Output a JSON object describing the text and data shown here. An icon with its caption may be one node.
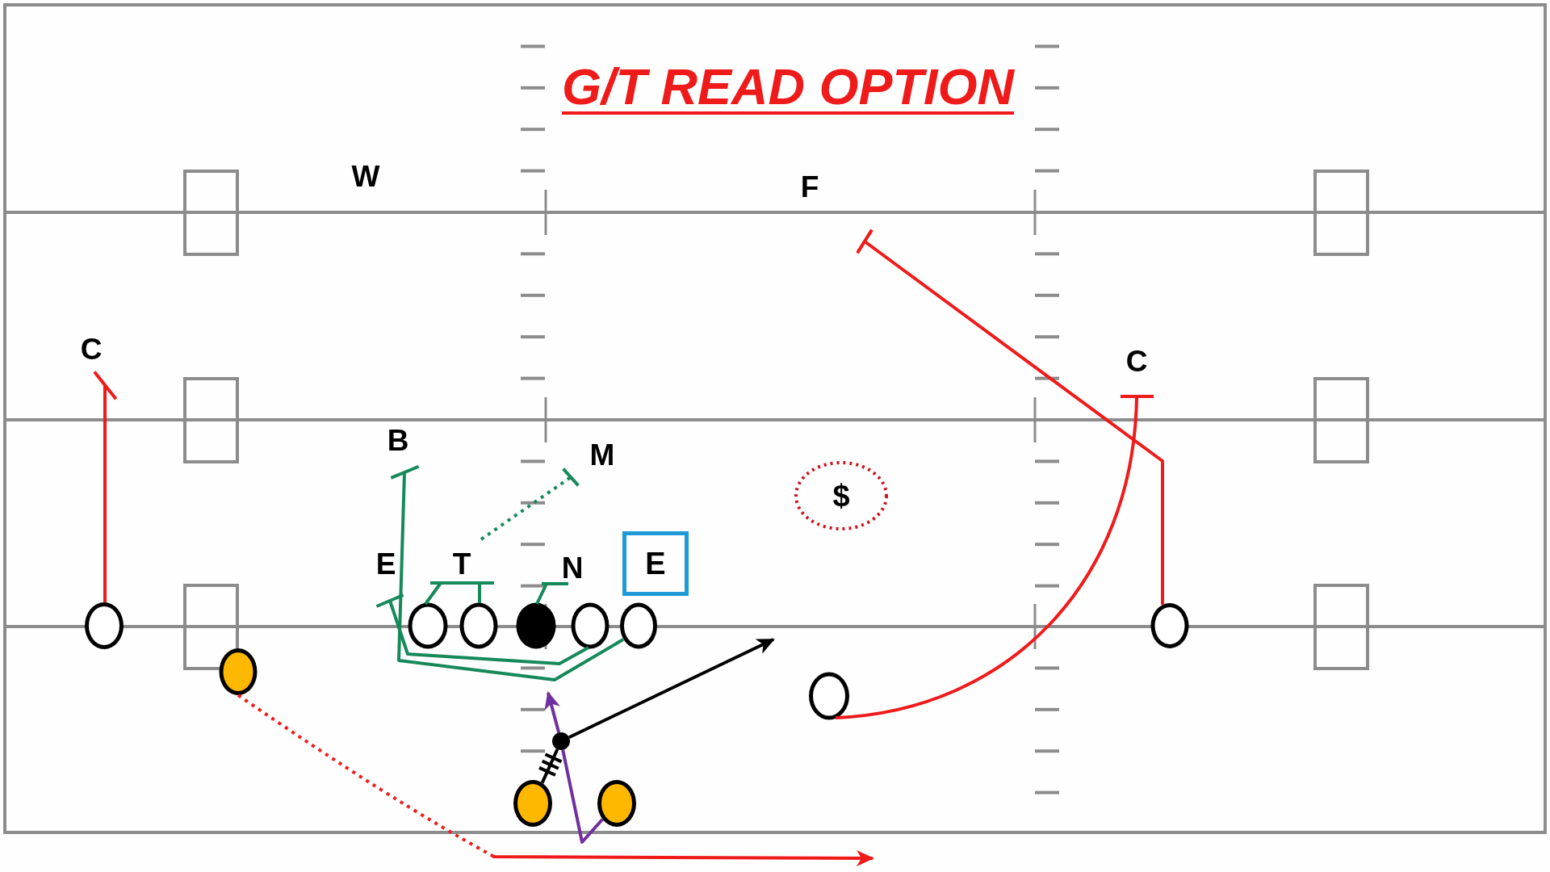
{
  "diagram": {
    "title": "G/T READ OPTION",
    "nodes": [
      {
        "text": [
          "F"
        ]
      },
      {
        "text": [
          "C"
        ]
      },
      {
        "text": [
          "C"
        ]
      },
      {
        "text": [
          "B"
        ]
      },
      {
        "text": [
          "M"
        ]
      },
      {
        "text": [
          "$"
        ]
      },
      {
        "text": [
          "E"
        ]
      },
      {
        "text": [
          "T"
        ]
      },
      {
        "text": [
          "N"
        ]
      },
      {
        "text": [
          "E"
        ]
      },
      {
        "text": [],
        "shape": "circle"
      },
      {
        "text": [],
        "shape": "circle"
      },
      {
        "text": [],
        "shape": "circle"
      },
      {
        "text": [],
        "shape": "circle"
      },
      {
        "text": [],
        "shape": "circle"
      },
      {
        "text": [],
        "shape": "circle"
      },
      {
        "text": [],
        "shape": "circle"
      },
      {
        "text": [],
        "shape": "circle"
      },
      {
        "text": [],
        "shape": "circle"
      },
      {
        "text": [],
        "shape": "circle"
      },
      {
        "text": [],
        "shape": "circle"
      },
      {
        "text": [],
        "shape": "circle"
      }
    ],
    "edges": [
      {
        "from": 10,
        "to": 1,
        "arrow": "other",
        "color": "#ef1a1a"
      },
      {
        "from": 16,
        "to": 0,
        "arrow": "other",
        "color": "#ef1a1a"
      },
      {
        "from": 18,
        "to": 2,
        "arrow": "other",
        "color": "#ef1a1a"
      },
      {
        "from": 15,
        "to": 3,
        "arrow": "other"
      },
      {
        "from": 14,
        "to": 6,
        "arrow": "other"
      },
      {
        "from": 11,
        "to": 7,
        "arrow": "other"
      },
      {
        "from": 12,
        "to": 7,
        "arrow": "other"
      },
      {
        "from": 13,
        "to": 8,
        "arrow": "other"
      },
      {
        "from": 7,
        "to": 4,
        "arrow": "other",
        "style": "dashed"
      },
      {
        "from": 20,
        "to": 19,
        "arrow": "none",
        "color": "#000000"
      },
      {
        "from": 19,
        "to": null,
        "arrow": "to",
        "color": "#000000"
      },
      {
        "from": 21,
        "to": 19,
        "arrow": "none",
        "color": "#7030a0"
      },
      {
        "from": 19,
        "to": null,
        "arrow": "to",
        "color": "#7030a0"
      },
      {
        "from": 17,
        "to": null,
        "arrow": "to",
        "style": "dashed",
        "color": "#ef1a1a"
      }
    ],
    "labels": [
      "W"
    ]
  }
}
